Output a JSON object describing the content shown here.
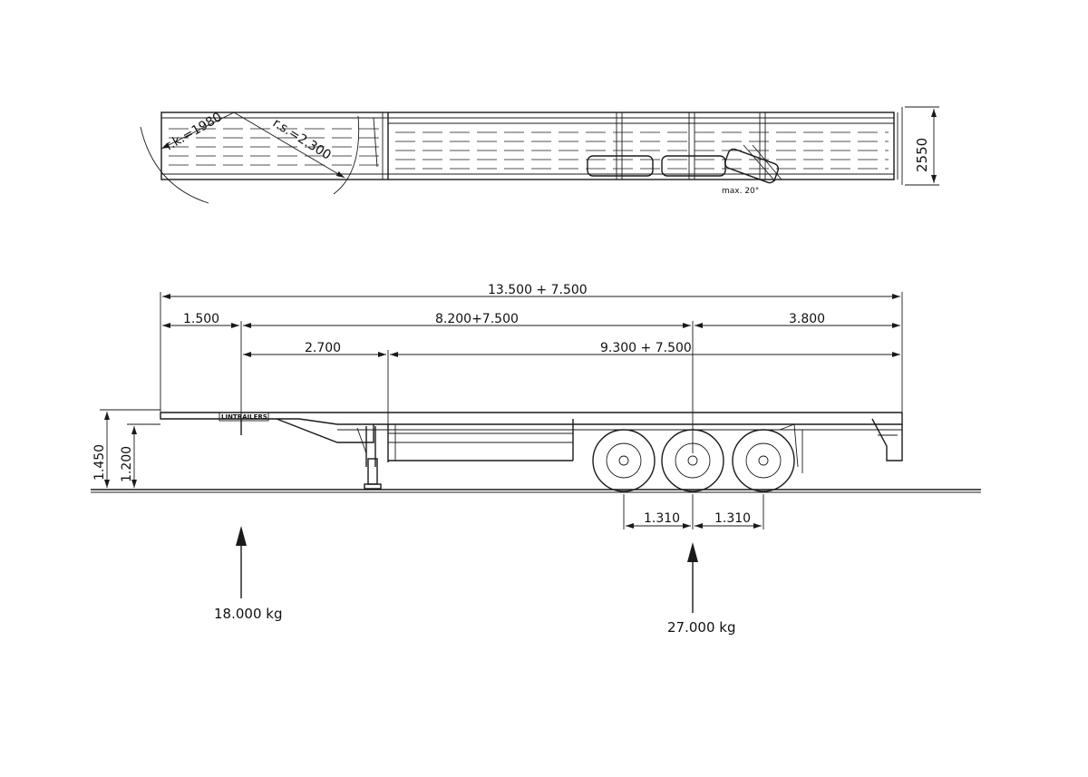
{
  "top_view": {
    "radius_k": "r.k.=1980",
    "radius_s": "r.s.=2.300",
    "width": "2550",
    "max_angle": "max. 20°"
  },
  "side_view": {
    "total_length": "13.500 + 7.500",
    "front_overhang": "1.500",
    "kingpin_to_axle": "8.200+7.500",
    "rear_overhang": "3.800",
    "gooseneck": "2.700",
    "deck_to_axle": "9.300 + 7.500",
    "height_total": "1.450",
    "height_deck": "1.200",
    "axle_spacing_1": "1.310",
    "axle_spacing_2": "1.310",
    "brand": "LINTRAILERS"
  },
  "loads": {
    "kingpin_load": "18.000 kg",
    "axle_load": "27.000 kg"
  }
}
